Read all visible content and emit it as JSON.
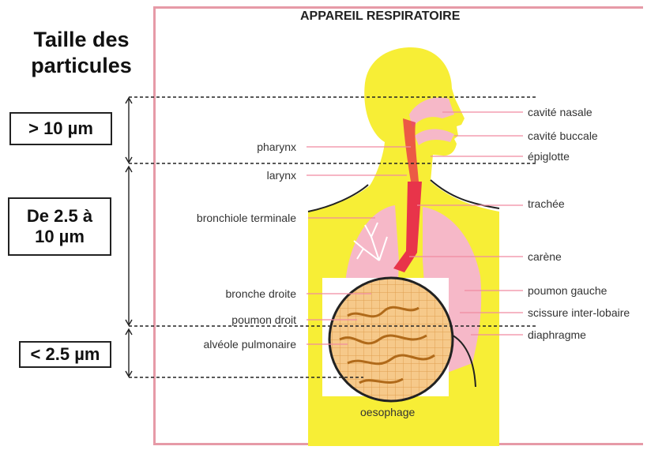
{
  "left_panel": {
    "title_line1": "Taille des",
    "title_line2": "particules",
    "ranges": [
      {
        "label": "> 10 µm"
      },
      {
        "label_line1": "De 2.5 à",
        "label_line2": "10 µm"
      },
      {
        "label": "< 2.5 µm"
      }
    ]
  },
  "diagram": {
    "title": "APPAREIL RESPIRATOIRE",
    "labels_left": [
      "pharynx",
      "larynx",
      "bronchiole terminale",
      "bronche droite",
      "poumon droit",
      "alvéole pulmonaire"
    ],
    "labels_right": [
      "cavité nasale",
      "cavité buccale",
      "épiglotte",
      "trachée",
      "carène",
      "poumon gauche",
      "scissure inter-lobaire",
      "diaphragme"
    ],
    "label_bottom": "oesophage"
  },
  "colors": {
    "body_yellow": "#f7ee36",
    "skin_yellow": "#fbf59b",
    "lung_pink": "#f6b8c8",
    "airway_red": "#e8344a",
    "leader_pink": "#f08aa0",
    "frame_pink": "#e69aa7",
    "alveole_orange": "#d98a2a"
  }
}
